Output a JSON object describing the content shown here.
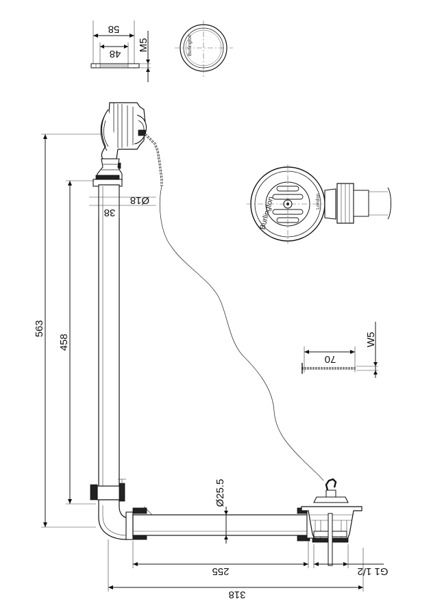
{
  "dimensions": {
    "height_total": "563",
    "height_tube": "458",
    "overflow_diameter": "Ø18",
    "overflow_offset": "38",
    "pipe_diameter": "Ø25.5",
    "horizontal_run": "255",
    "total_width": "318",
    "thread": "G1 1/2",
    "chain_length": "70",
    "chain_size": "W5",
    "plug_outer": "58",
    "plug_inner": "48",
    "plug_thread": "M5"
  },
  "branding": {
    "brand": "Burlington",
    "city": "London"
  }
}
